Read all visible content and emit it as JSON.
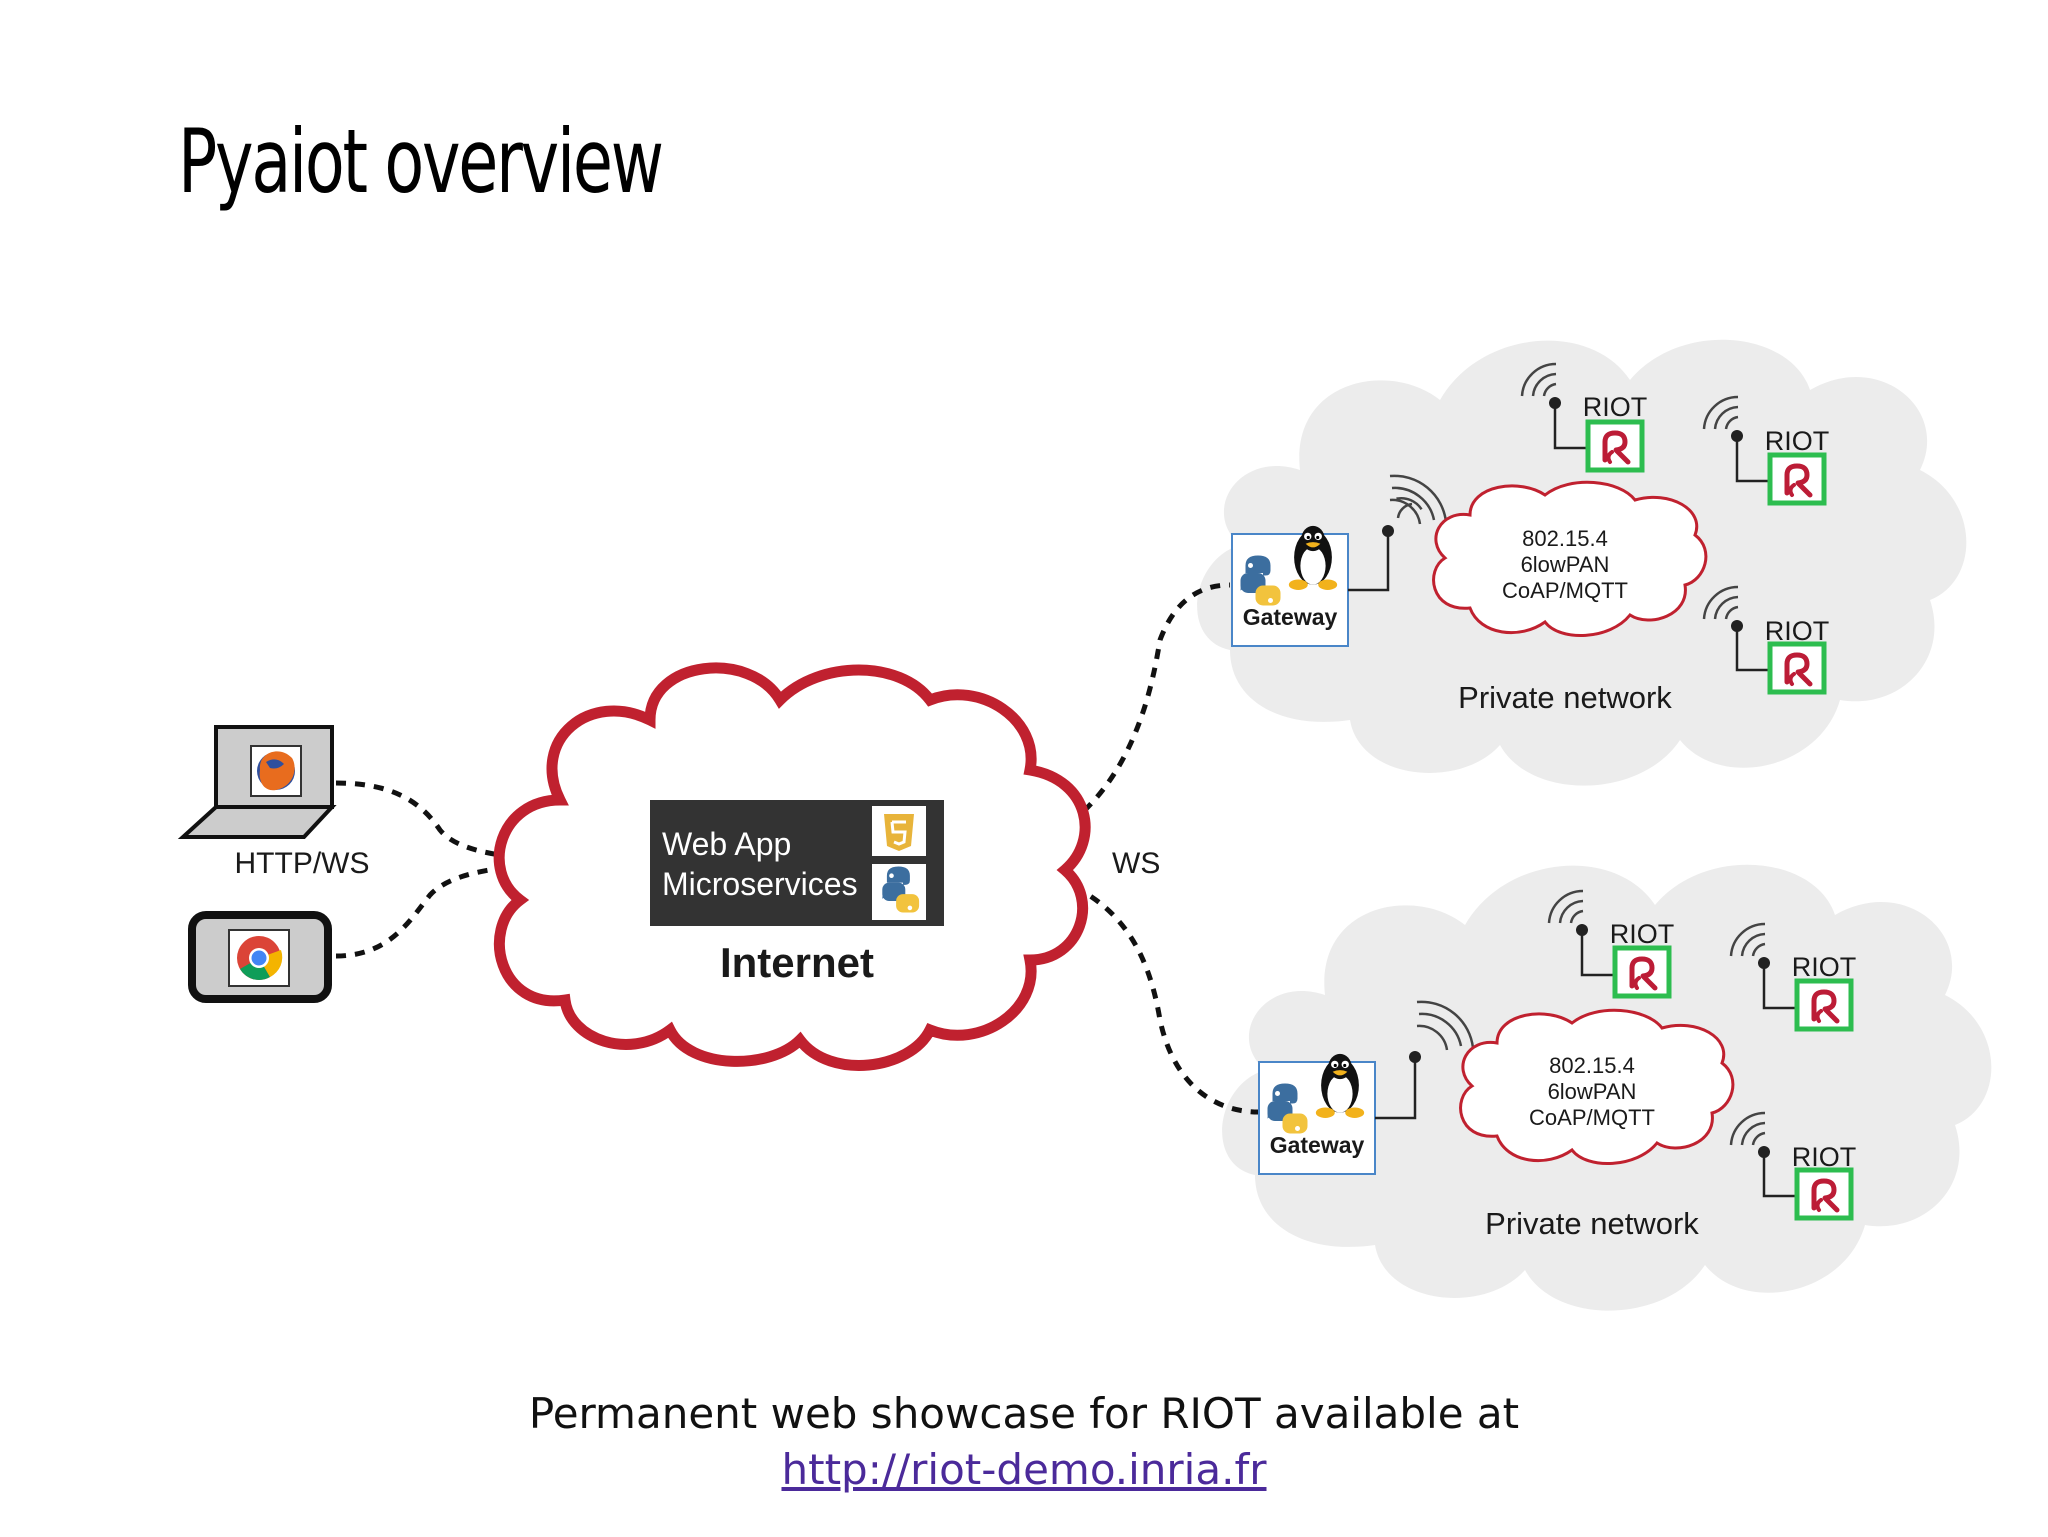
{
  "slide": {
    "title": "Pyaiot overview"
  },
  "diagram": {
    "http_ws_label": "HTTP/WS",
    "ws_label": "WS",
    "webapp_line1": "Web App",
    "webapp_line2": "Microservices",
    "internet_label": "Internet",
    "networks": [
      {
        "gateway_label": "Gateway",
        "protocol_line1": "802.15.4",
        "protocol_line2": "6lowPAN",
        "protocol_line3": "CoAP/MQTT",
        "network_label": "Private network",
        "nodes": [
          "RIOT",
          "RIOT",
          "RIOT"
        ]
      },
      {
        "gateway_label": "Gateway",
        "protocol_line1": "802.15.4",
        "protocol_line2": "6lowPAN",
        "protocol_line3": "CoAP/MQTT",
        "network_label": "Private network",
        "nodes": [
          "RIOT",
          "RIOT",
          "RIOT"
        ]
      }
    ],
    "colors": {
      "internet_cloud_stroke": "#c0212f",
      "private_cloud_fill": "#ececec",
      "riot_box": "#2dbd4f",
      "riot_logo": "#bc1c36",
      "gateway_border": "#4a86c8",
      "webapp_box": "#333333"
    }
  },
  "footer": {
    "text": "Permanent web showcase for RIOT available at",
    "link": "http://riot-demo.inria.fr"
  }
}
